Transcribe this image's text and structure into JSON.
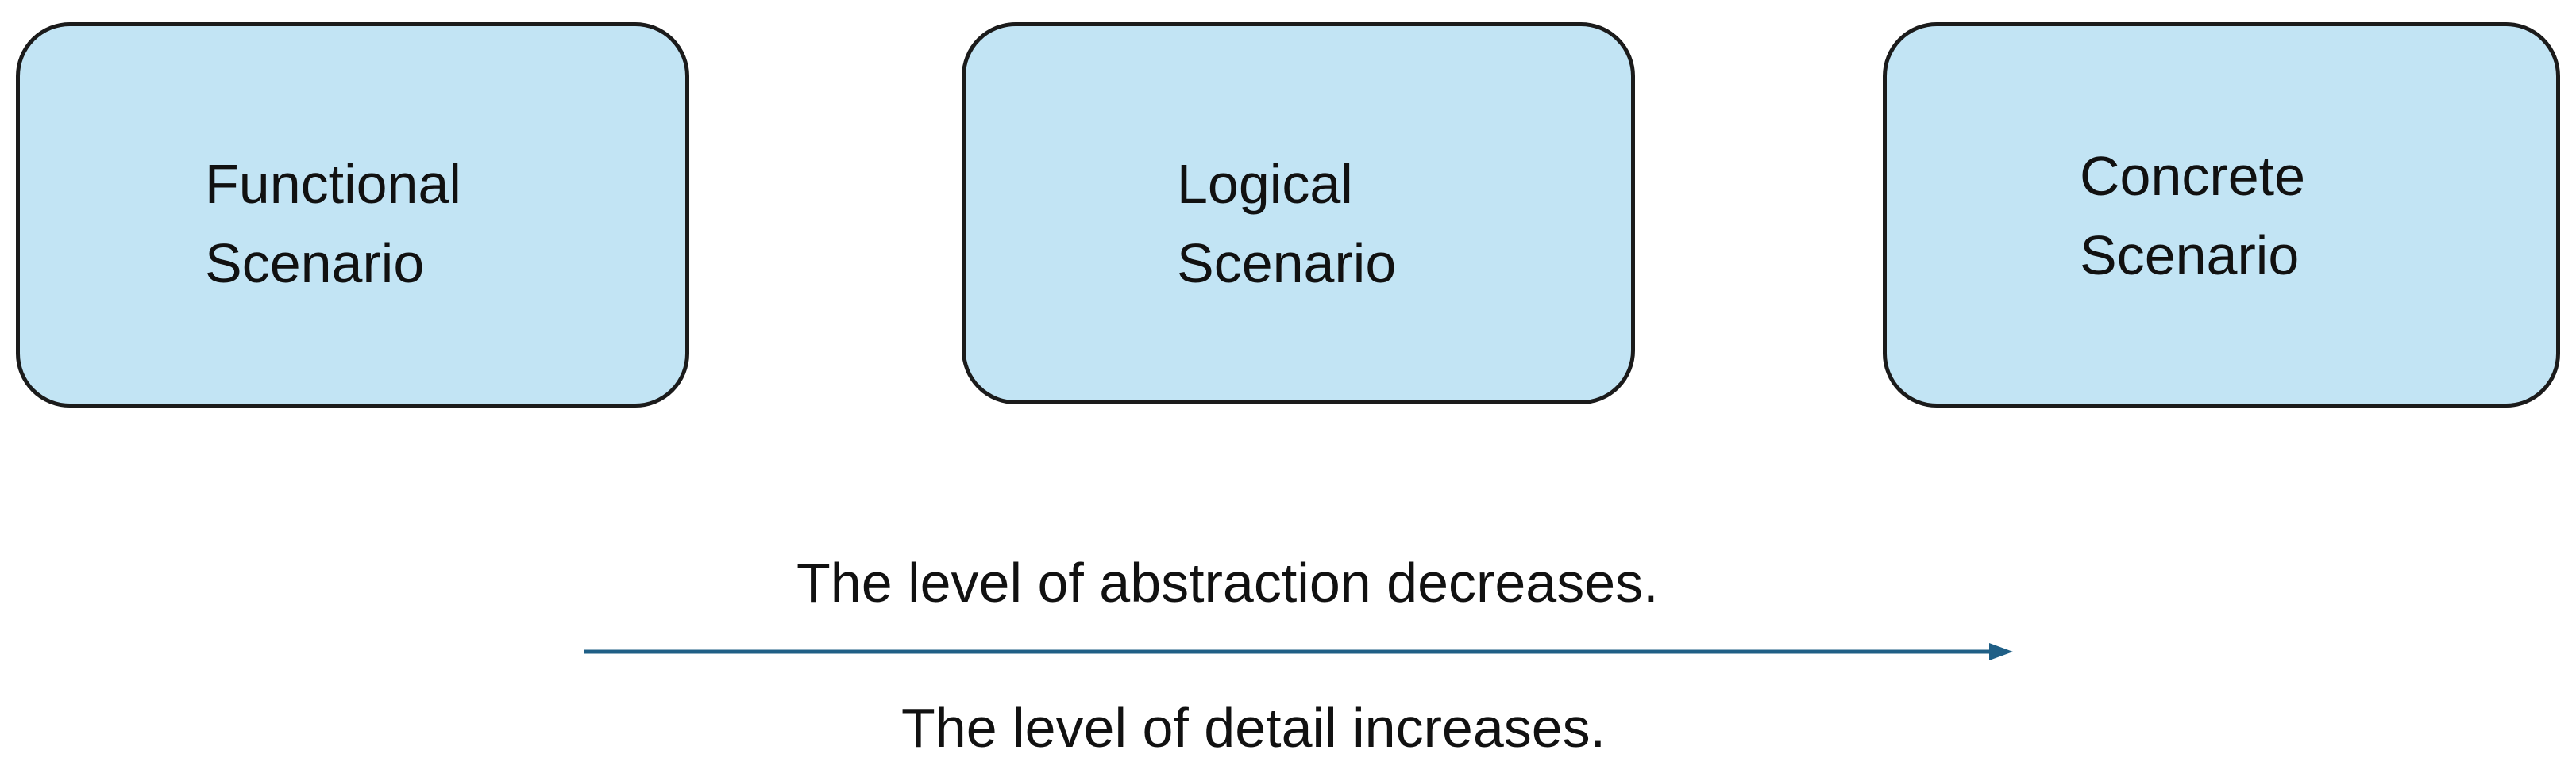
{
  "boxes": {
    "functional": {
      "line1": "Functional",
      "line2": "Scenario"
    },
    "logical": {
      "line1": "Logical",
      "line2": "Scenario"
    },
    "concrete": {
      "line1": "Concrete",
      "line2": "Scenario"
    }
  },
  "arrow": {
    "caption_above": "The level of abstraction decreases.",
    "caption_below": "The level of detail increases.",
    "color": "#1f5f86"
  },
  "colors": {
    "box_fill": "#c2e4f4",
    "box_border": "#1b1b1b"
  }
}
